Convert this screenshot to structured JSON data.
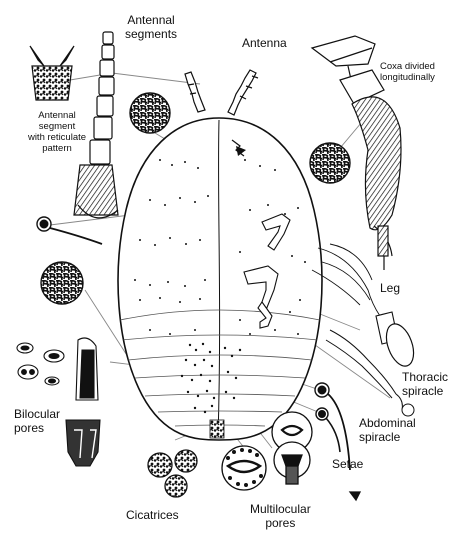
{
  "labels": {
    "antennal_segments": [
      "Antennal",
      "segments"
    ],
    "antenna": "Antenna",
    "coxa": [
      "Coxa divided",
      "longitudinally"
    ],
    "segment_pattern": [
      "Antennal",
      "segment",
      "with reticulate",
      "pattern"
    ],
    "leg": "Leg",
    "thoracic_spiracle": [
      "Thoracic",
      "spiracle"
    ],
    "abdominal_spiracle": [
      "Abdominal",
      "spiracle"
    ],
    "setae": "Setae",
    "bilocular_pores": [
      "Bilocular",
      "pores"
    ],
    "cicatrices": "Cicatrices",
    "multilocular_pores": [
      "Multilocular",
      "pores"
    ]
  },
  "colors": {
    "ink": "#111111",
    "leader": "#888888",
    "paper": "#ffffff"
  }
}
